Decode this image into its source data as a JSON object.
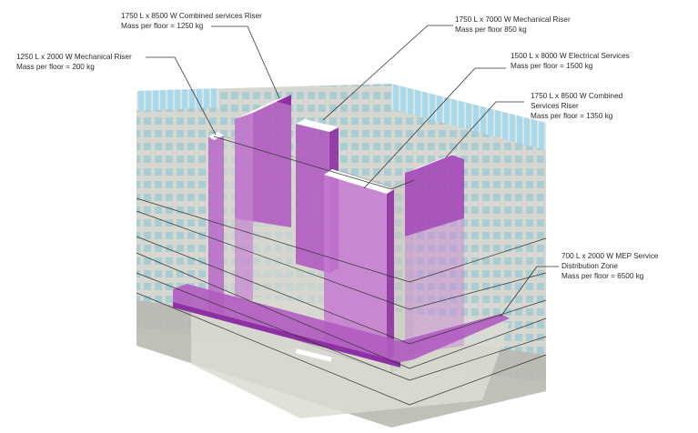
{
  "diagram": {
    "type": "3D building cutaway with MEP riser annotations",
    "colors": {
      "riser_fill": "#b05cc0",
      "riser_dark": "#8e2fa3",
      "riser_light": "#d7a1dc",
      "glazing": "#9fcfe0",
      "building_grey": "#cfd0c8",
      "leader_line": "#333333"
    },
    "labels": [
      {
        "id": "combined-riser-1",
        "lines": [
          "1750 L x 8500 W Combined services Riser",
          "Mass per floor = 1250 kg"
        ]
      },
      {
        "id": "mechanical-riser-small",
        "lines": [
          "1250 L x 2000 W Mechanical Riser",
          "Mass per floor = 200 kg"
        ]
      },
      {
        "id": "mechanical-riser-large",
        "lines": [
          "1750 L x 7000 W Mechanical Riser",
          "Mass per floor 850 kg"
        ]
      },
      {
        "id": "electrical-services",
        "lines": [
          "1500 L x 8000 W Electrical Services",
          "Mass per floor = 1500 kg"
        ]
      },
      {
        "id": "combined-riser-2",
        "lines": [
          "1750 L x 8500 W Combined",
          "Services Riser",
          "Mass per floor = 1350 kg"
        ]
      },
      {
        "id": "mep-distribution-zone",
        "lines": [
          "700 L x 2000 W MEP Service",
          "Distribution Zone",
          "Mass per floor = 6500 kg"
        ]
      }
    ]
  }
}
